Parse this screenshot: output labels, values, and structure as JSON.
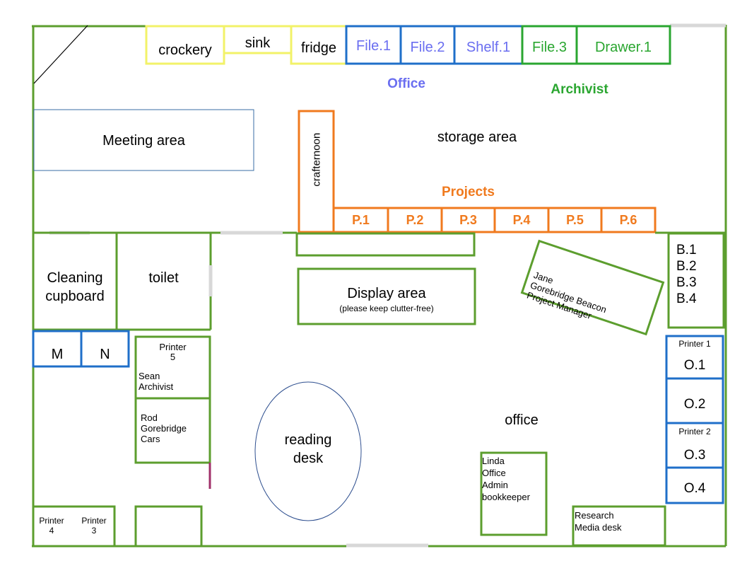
{
  "top_row": {
    "crockery": "crockery",
    "sink": "sink",
    "fridge": "fridge",
    "file1": "File.1",
    "file2": "File.2",
    "shelf1": "Shelf.1",
    "file3": "File.3",
    "drawer1": "Drawer.1"
  },
  "zone_labels": {
    "office": "Office",
    "archivist": "Archivist",
    "projects": "Projects",
    "storage_area": "storage area",
    "office_room": "office"
  },
  "meeting_area": "Meeting area",
  "crafternoon": "crafternoon",
  "projects": [
    "P.1",
    "P.2",
    "P.3",
    "P.4",
    "P.5",
    "P.6"
  ],
  "rooms": {
    "cleaning_cupboard": [
      "Cleaning",
      "cupboard"
    ],
    "toilet": "toilet"
  },
  "display_area": {
    "title": "Display area",
    "note": "(please keep clutter-free)"
  },
  "b_shelves": [
    "B.1",
    "B.2",
    "B.3",
    "B.4"
  ],
  "jane_desk": [
    "Jane",
    "Gorebridge Beacon",
    "Project Manager"
  ],
  "m_n": [
    "M",
    "N"
  ],
  "sean_desk": [
    "Printer",
    "5",
    "Sean",
    "Archivist"
  ],
  "rod_desk": [
    "Rod",
    "Gorebridge",
    "Cars"
  ],
  "reading_desk": [
    "reading",
    "desk"
  ],
  "linda_desk": [
    "Linda",
    "Office",
    "Admin",
    "bookkeeper"
  ],
  "research_desk": [
    "Research",
    "Media desk"
  ],
  "printers_bottom_left": [
    [
      "Printer",
      "4"
    ],
    [
      "Printer",
      "3"
    ]
  ],
  "o_shelves": {
    "printer1": "Printer 1",
    "o1": "O.1",
    "o2": "O.2",
    "printer2": "Printer 2",
    "o3": "O.3",
    "o4": "O.4"
  },
  "colors": {
    "wall_green": "#5c9e2e",
    "storage_blue": "#1f6fc9",
    "kitchen_yellow": "#f2f268",
    "projects_orange": "#f07a1e",
    "archivist_green": "#2aa630",
    "office_text_blue": "#6a6ef0",
    "meeting_border": "#3a6ea5",
    "reading_border": "#2e4f8f",
    "door_purple": "#a0306a"
  }
}
